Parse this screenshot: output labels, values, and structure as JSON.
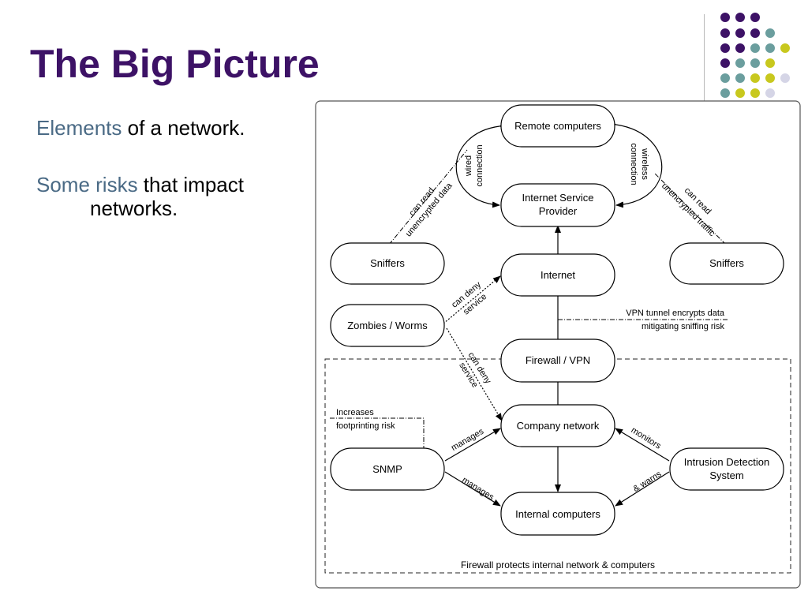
{
  "slide": {
    "title": "The Big Picture",
    "bullets": [
      {
        "accent": "Elements",
        "rest": " of a network."
      },
      {
        "accent": "Some risks",
        "rest": " that impact",
        "line2": "networks."
      }
    ]
  },
  "colors": {
    "title": "#3d1266",
    "accent": "#4a6a85",
    "dot_purple": "#3d1266",
    "dot_teal": "#6b9e9e",
    "dot_yellow": "#c8c81e",
    "dot_lavender": "#d5d5e6"
  },
  "diagram": {
    "nodes": {
      "remote": "Remote computers",
      "isp_line1": "Internet Service",
      "isp_line2": "Provider",
      "sniffers_left": "Sniffers",
      "sniffers_right": "Sniffers",
      "internet": "Internet",
      "zombies": "Zombies / Worms",
      "firewall": "Firewall / VPN",
      "company": "Company network",
      "snmp": "SNMP",
      "ids_line1": "Intrusion Detection",
      "ids_line2": "System",
      "internal": "Internal computers"
    },
    "labels": {
      "wired_1": "wired",
      "wired_2": "connection",
      "wireless_1": "wireless",
      "wireless_2": "connection",
      "can_read_left_1": "can read",
      "can_read_left_2": "unencrypted data",
      "can_read_right_1": "can read",
      "can_read_right_2": "unencrypted traffic",
      "deny_1a": "can deny",
      "deny_1b": "service",
      "deny_2a": "can deny",
      "deny_2b": "service",
      "vpn_1": "VPN tunnel encrypts data",
      "vpn_2": "mitigating sniffing risk",
      "footprint_1": "Increases",
      "footprint_2": "footprinting risk",
      "manages_1": "manages",
      "manages_2": "manages",
      "monitors": "monitors",
      "warns": "& warns",
      "firewall_protects": "Firewall protects internal network & computers"
    }
  }
}
